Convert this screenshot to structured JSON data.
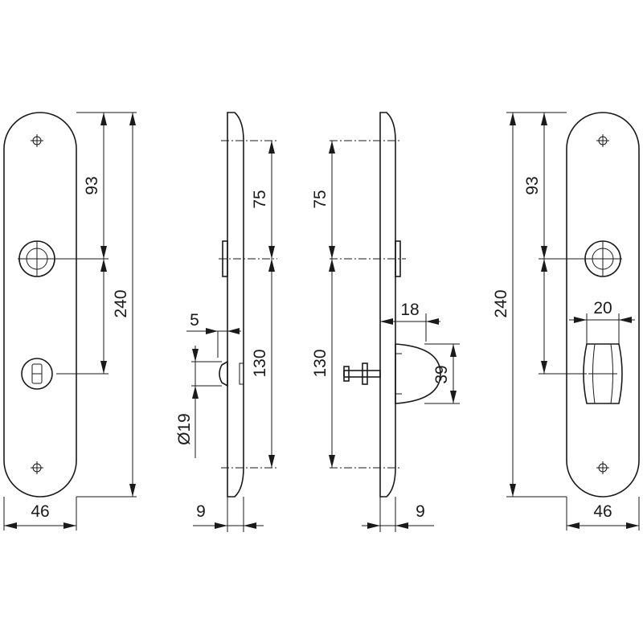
{
  "dimensions": {
    "left_top_distance": "93",
    "left_total_height": "240",
    "left_width": "46",
    "side_left_upper": "75",
    "side_left_lower": "130",
    "side_left_offset": "5",
    "side_left_diameter": "Ø19",
    "side_left_thickness": "9",
    "side_right_upper": "75",
    "side_right_lower": "130",
    "side_right_projection": "18",
    "side_right_knob_height": "39",
    "side_right_thickness": "9",
    "right_top_distance": "93",
    "right_total_height": "240",
    "right_turn_width": "20",
    "right_width": "46"
  },
  "views": [
    "front-view-left",
    "side-view-left",
    "side-view-right",
    "front-view-right"
  ]
}
